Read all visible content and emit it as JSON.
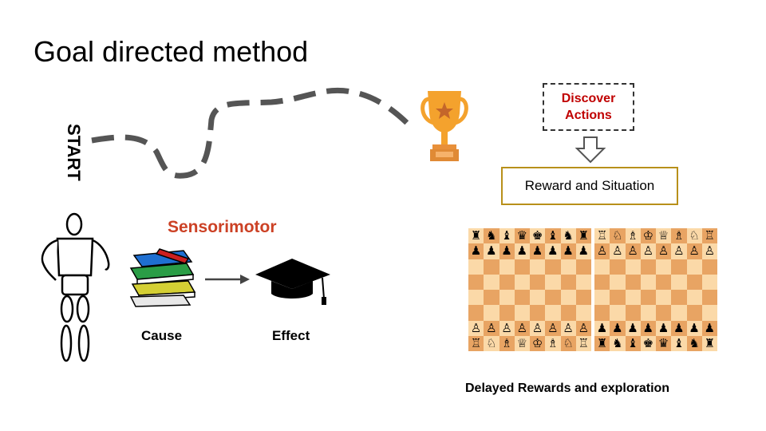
{
  "title": "Goal directed method",
  "start_label": "START",
  "discover": {
    "line1": "Discover",
    "line2": "Actions"
  },
  "reward_box": "Reward and Situation",
  "sensorimotor": "Sensorimotor",
  "cause": "Cause",
  "effect": "Effect",
  "delayed": "Delayed Rewards and exploration",
  "icons": [
    "trophy-icon",
    "human-figure-icon",
    "books-icon",
    "graduation-cap-icon",
    "down-arrow-icon",
    "right-arrow-icon"
  ],
  "colors": {
    "path": "#555555",
    "trophy": "#f4a22d",
    "sensorimotor": "#cc4125",
    "discover": "#c00000",
    "reward_border": "#b8901a",
    "light_square": "#fbd9a8",
    "dark_square": "#e8a463"
  },
  "boards": {
    "left": {
      "row1": [
        "♜",
        "♞",
        "♝",
        "♛",
        "♚",
        "♝",
        "♞",
        "♜"
      ],
      "row2": [
        "♟",
        "♟",
        "♟",
        "♟",
        "♟",
        "♟",
        "♟",
        "♟"
      ],
      "row7": [
        "♙",
        "♙",
        "♙",
        "♙",
        "♙",
        "♙",
        "♙",
        "♙"
      ],
      "row8": [
        "♖",
        "♘",
        "♗",
        "♕",
        "♔",
        "♗",
        "♘",
        "♖"
      ]
    },
    "right": {
      "row1": [
        "♖",
        "♘",
        "♗",
        "♔",
        "♕",
        "♗",
        "♘",
        "♖"
      ],
      "row2": [
        "♙",
        "♙",
        "♙",
        "♙",
        "♙",
        "♙",
        "♙",
        "♙"
      ],
      "row7": [
        "♟",
        "♟",
        "♟",
        "♟",
        "♟",
        "♟",
        "♟",
        "♟"
      ],
      "row8": [
        "♜",
        "♞",
        "♝",
        "♚",
        "♛",
        "♝",
        "♞",
        "♜"
      ]
    }
  }
}
